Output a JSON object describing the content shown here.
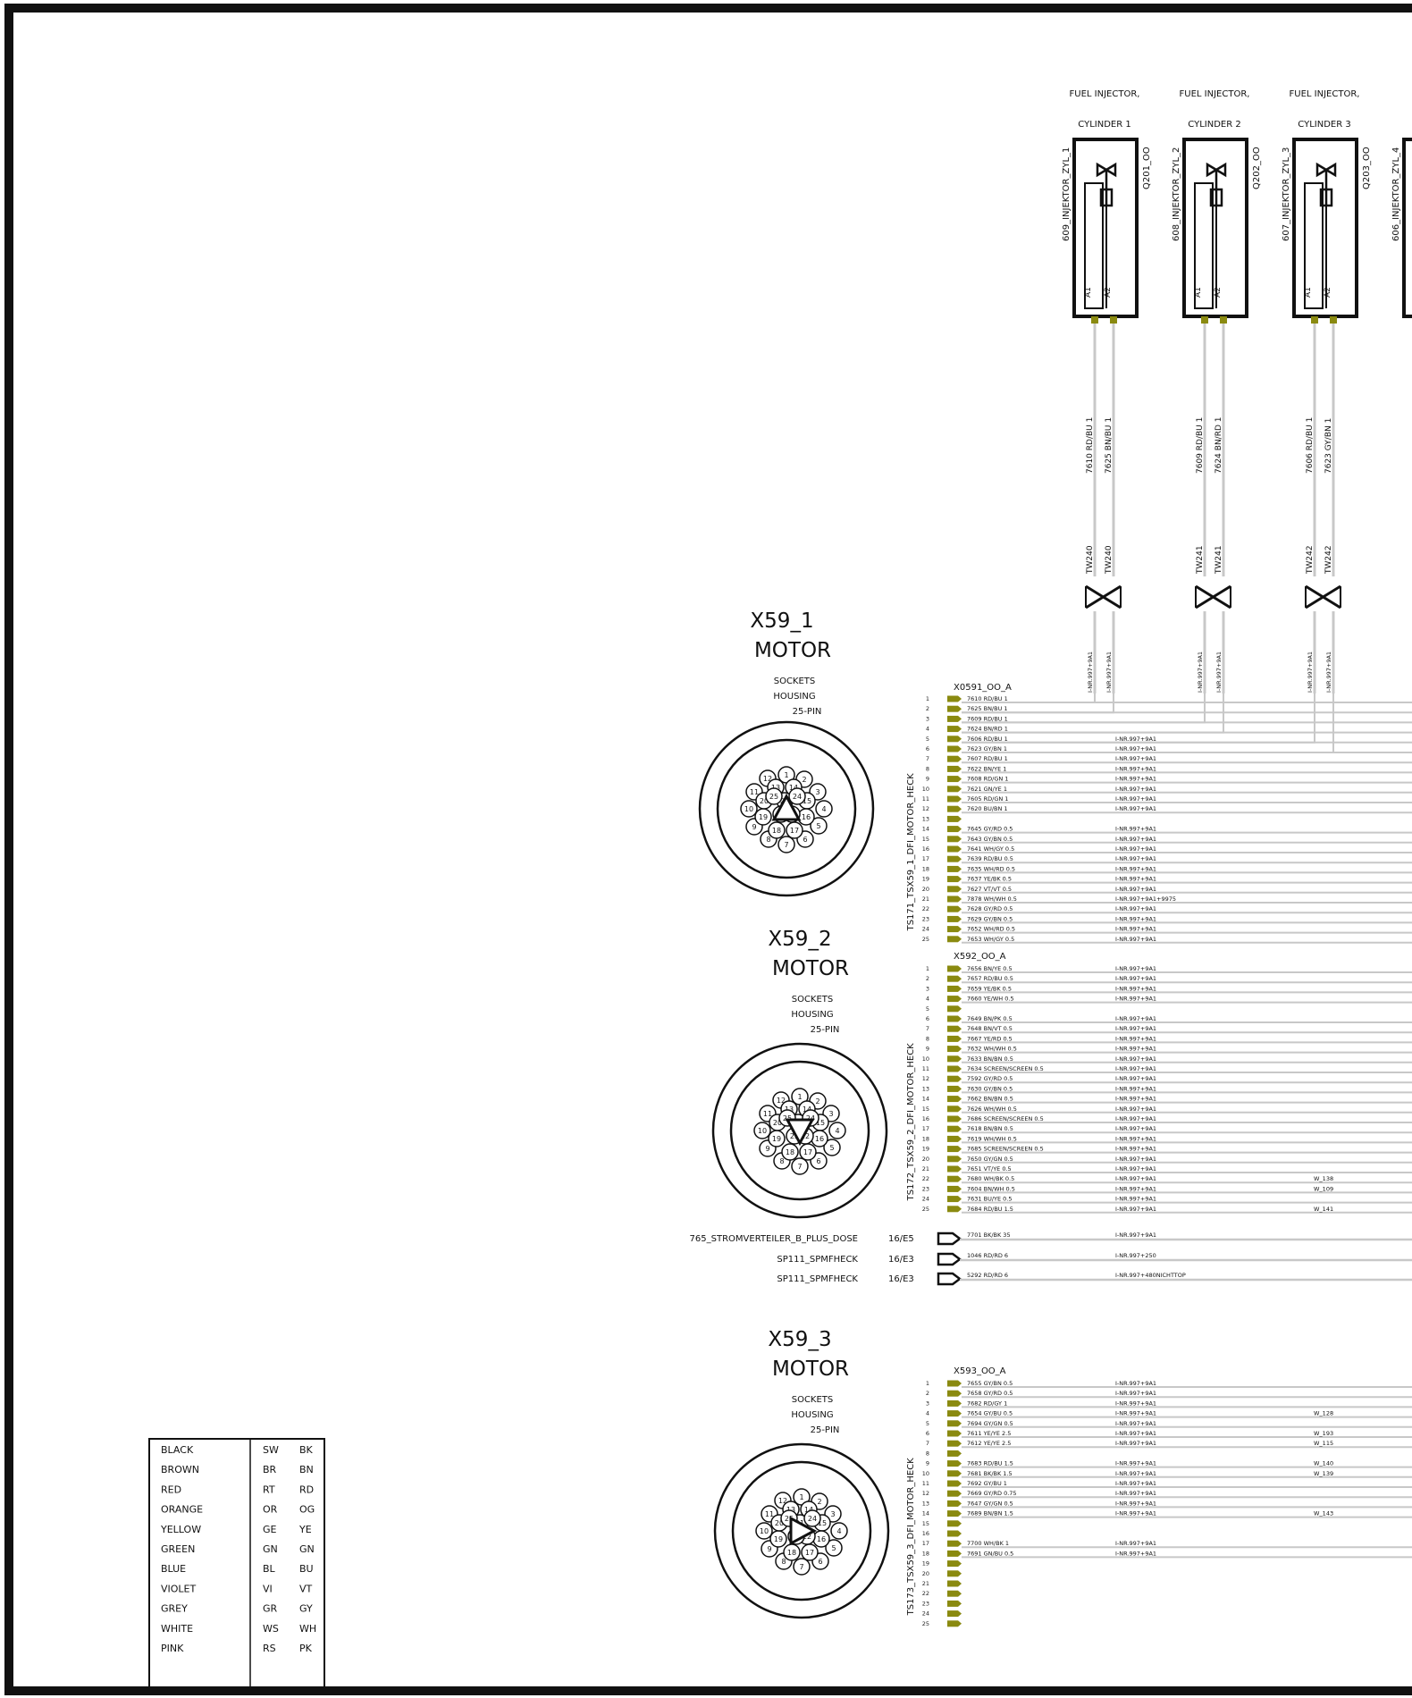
{
  "injectors": [
    {
      "title_line1": "FUEL INJECTOR,",
      "title_line2": "CYLINDER 1",
      "left_label": "609_INJEKTOR_ZYL_1",
      "right_label": "Q201_OO",
      "pin_a": "A1",
      "pin_b": "A2",
      "wire_a": "7610 RD/BU 1",
      "wire_b": "7625 BN/BU 1",
      "tw": "TW240",
      "inr": "I-NR.997+9A1"
    },
    {
      "title_line1": "FUEL INJECTOR,",
      "title_line2": "CYLINDER 2",
      "left_label": "608_INJEKTOR_ZYL_2",
      "right_label": "Q202_OO",
      "pin_a": "A1",
      "pin_b": "A2",
      "wire_a": "7609 RD/BU 1",
      "wire_b": "7624 BN/RD 1",
      "tw": "TW241",
      "inr": "I-NR.997+9A1"
    },
    {
      "title_line1": "FUEL INJECTOR,",
      "title_line2": "CYLINDER 3",
      "left_label": "607_INJEKTOR_ZYL_3",
      "right_label": "Q203_OO",
      "pin_a": "A1",
      "pin_b": "A2",
      "wire_a": "7606 RD/BU 1",
      "wire_b": "7623 GY/BN 1",
      "tw": "TW242",
      "inr": "I-NR.997+9A1"
    },
    {
      "title_line1": "FUE",
      "title_line2": "C",
      "left_label": "606_INJEKTOR_ZYL_4",
      "right_label": "",
      "pin_a": "A1",
      "pin_b": "",
      "wire_a": "",
      "wire_b": "",
      "tw": "",
      "inr": ""
    }
  ],
  "connectors": [
    {
      "id": "X59_1",
      "name": "MOTOR",
      "sub1": "SOCKETS",
      "sub2": "HOUSING",
      "sub3": "25-PIN",
      "plug": "X0591_OO_A",
      "side_label": "TS171_TSX59_1_DFI_MOTOR_HECK",
      "arrow": "up",
      "pins": [
        {
          "n": "1",
          "wire": "7610 RD/BU 1",
          "inr": "",
          "w": ""
        },
        {
          "n": "2",
          "wire": "7625 BN/BU 1",
          "inr": "",
          "w": ""
        },
        {
          "n": "3",
          "wire": "7609 RD/BU 1",
          "inr": "",
          "w": ""
        },
        {
          "n": "4",
          "wire": "7624 BN/RD 1",
          "inr": "",
          "w": ""
        },
        {
          "n": "5",
          "wire": "7606 RD/BU 1",
          "inr": "I-NR.997+9A1",
          "w": ""
        },
        {
          "n": "6",
          "wire": "7623 GY/BN 1",
          "inr": "I-NR.997+9A1",
          "w": ""
        },
        {
          "n": "7",
          "wire": "7607 RD/BU 1",
          "inr": "I-NR.997+9A1",
          "w": ""
        },
        {
          "n": "8",
          "wire": "7622 BN/YE 1",
          "inr": "I-NR.997+9A1",
          "w": ""
        },
        {
          "n": "9",
          "wire": "7608 RD/GN 1",
          "inr": "I-NR.997+9A1",
          "w": ""
        },
        {
          "n": "10",
          "wire": "7621 GN/YE 1",
          "inr": "I-NR.997+9A1",
          "w": ""
        },
        {
          "n": "11",
          "wire": "7605 RD/GN 1",
          "inr": "I-NR.997+9A1",
          "w": ""
        },
        {
          "n": "12",
          "wire": "7620 BU/BN 1",
          "inr": "I-NR.997+9A1",
          "w": ""
        },
        {
          "n": "13",
          "wire": "",
          "inr": "",
          "w": ""
        },
        {
          "n": "14",
          "wire": "7645 GY/RD 0.5",
          "inr": "I-NR.997+9A1",
          "w": ""
        },
        {
          "n": "15",
          "wire": "7643 GY/BN 0.5",
          "inr": "I-NR.997+9A1",
          "w": ""
        },
        {
          "n": "16",
          "wire": "7641 WH/GY 0.5",
          "inr": "I-NR.997+9A1",
          "w": ""
        },
        {
          "n": "17",
          "wire": "7639 RD/BU 0.5",
          "inr": "I-NR.997+9A1",
          "w": ""
        },
        {
          "n": "18",
          "wire": "7635 WH/RD 0.5",
          "inr": "I-NR.997+9A1",
          "w": ""
        },
        {
          "n": "19",
          "wire": "7637 YE/BK 0.5",
          "inr": "I-NR.997+9A1",
          "w": ""
        },
        {
          "n": "20",
          "wire": "7627 VT/VT 0.5",
          "inr": "I-NR.997+9A1",
          "w": ""
        },
        {
          "n": "21",
          "wire": "7878 WH/WH 0.5",
          "inr": "I-NR.997+9A1+9975",
          "w": ""
        },
        {
          "n": "22",
          "wire": "7628 GY/RD 0.5",
          "inr": "I-NR.997+9A1",
          "w": ""
        },
        {
          "n": "23",
          "wire": "7629 GY/BN 0.5",
          "inr": "I-NR.997+9A1",
          "w": ""
        },
        {
          "n": "24",
          "wire": "7652 WH/RD 0.5",
          "inr": "I-NR.997+9A1",
          "w": ""
        },
        {
          "n": "25",
          "wire": "7653 WH/GY 0.5",
          "inr": "I-NR.997+9A1",
          "w": ""
        }
      ]
    },
    {
      "id": "X59_2",
      "name": "MOTOR",
      "sub1": "SOCKETS",
      "sub2": "HOUSING",
      "sub3": "25-PIN",
      "plug": "X592_OO_A",
      "side_label": "TS172_TSX59_2_DFI_MOTOR_HECK",
      "arrow": "down",
      "pins": [
        {
          "n": "1",
          "wire": "7656 BN/YE 0.5",
          "inr": "I-NR.997+9A1",
          "w": ""
        },
        {
          "n": "2",
          "wire": "7657 RD/BU 0.5",
          "inr": "I-NR.997+9A1",
          "w": ""
        },
        {
          "n": "3",
          "wire": "7659 YE/BK 0.5",
          "inr": "I-NR.997+9A1",
          "w": ""
        },
        {
          "n": "4",
          "wire": "7660 YE/WH 0.5",
          "inr": "I-NR.997+9A1",
          "w": ""
        },
        {
          "n": "5",
          "wire": "",
          "inr": "",
          "w": ""
        },
        {
          "n": "6",
          "wire": "7649 BN/PK 0.5",
          "inr": "I-NR.997+9A1",
          "w": ""
        },
        {
          "n": "7",
          "wire": "7648 BN/VT 0.5",
          "inr": "I-NR.997+9A1",
          "w": ""
        },
        {
          "n": "8",
          "wire": "7667 YE/RD 0.5",
          "inr": "I-NR.997+9A1",
          "w": ""
        },
        {
          "n": "9",
          "wire": "7632 WH/WH 0.5",
          "inr": "I-NR.997+9A1",
          "w": ""
        },
        {
          "n": "10",
          "wire": "7633 BN/BN 0.5",
          "inr": "I-NR.997+9A1",
          "w": ""
        },
        {
          "n": "11",
          "wire": "7634 SCREEN/SCREEN 0.5",
          "inr": "I-NR.997+9A1",
          "w": ""
        },
        {
          "n": "12",
          "wire": "7592 GY/RD 0.5",
          "inr": "I-NR.997+9A1",
          "w": ""
        },
        {
          "n": "13",
          "wire": "7630 GY/BN 0.5",
          "inr": "I-NR.997+9A1",
          "w": ""
        },
        {
          "n": "14",
          "wire": "7662 BN/BN 0.5",
          "inr": "I-NR.997+9A1",
          "w": ""
        },
        {
          "n": "15",
          "wire": "7626 WH/WH 0.5",
          "inr": "I-NR.997+9A1",
          "w": ""
        },
        {
          "n": "16",
          "wire": "7686 SCREEN/SCREEN 0.5",
          "inr": "I-NR.997+9A1",
          "w": ""
        },
        {
          "n": "17",
          "wire": "7618 BN/BN 0.5",
          "inr": "I-NR.997+9A1",
          "w": ""
        },
        {
          "n": "18",
          "wire": "7619 WH/WH 0.5",
          "inr": "I-NR.997+9A1",
          "w": ""
        },
        {
          "n": "19",
          "wire": "7685 SCREEN/SCREEN 0.5",
          "inr": "I-NR.997+9A1",
          "w": ""
        },
        {
          "n": "20",
          "wire": "7650 GY/GN 0.5",
          "inr": "I-NR.997+9A1",
          "w": ""
        },
        {
          "n": "21",
          "wire": "7651 VT/YE 0.5",
          "inr": "I-NR.997+9A1",
          "w": ""
        },
        {
          "n": "22",
          "wire": "7680 WH/BK 0.5",
          "inr": "I-NR.997+9A1",
          "w": "W_138"
        },
        {
          "n": "23",
          "wire": "7604 BN/WH 0.5",
          "inr": "I-NR.997+9A1",
          "w": "W_109"
        },
        {
          "n": "24",
          "wire": "7631 BU/YE 0.5",
          "inr": "I-NR.997+9A1",
          "w": ""
        },
        {
          "n": "25",
          "wire": "7684 RD/BU 1.5",
          "inr": "I-NR.997+9A1",
          "w": "W_141"
        }
      ]
    },
    {
      "id": "X59_3",
      "name": "MOTOR",
      "sub1": "SOCKETS",
      "sub2": "HOUSING",
      "sub3": "25-PIN",
      "plug": "X593_OO_A",
      "side_label": "TS173_TSX59_3_DFI_MOTOR_HECK",
      "arrow": "right",
      "pins": [
        {
          "n": "1",
          "wire": "7655 GY/BN 0.5",
          "inr": "I-NR.997+9A1",
          "w": ""
        },
        {
          "n": "2",
          "wire": "7658 GY/RD 0.5",
          "inr": "I-NR.997+9A1",
          "w": ""
        },
        {
          "n": "3",
          "wire": "7682 RD/GY 1",
          "inr": "I-NR.997+9A1",
          "w": ""
        },
        {
          "n": "4",
          "wire": "7654 GY/BU 0.5",
          "inr": "I-NR.997+9A1",
          "w": "W_128"
        },
        {
          "n": "5",
          "wire": "7694 GY/GN 0.5",
          "inr": "I-NR.997+9A1",
          "w": ""
        },
        {
          "n": "6",
          "wire": "7611 YE/YE 2.5",
          "inr": "I-NR.997+9A1",
          "w": "W_193"
        },
        {
          "n": "7",
          "wire": "7612 YE/YE 2.5",
          "inr": "I-NR.997+9A1",
          "w": "W_115"
        },
        {
          "n": "8",
          "wire": "",
          "inr": "",
          "w": ""
        },
        {
          "n": "9",
          "wire": "7683 RD/BU 1.5",
          "inr": "I-NR.997+9A1",
          "w": "W_140"
        },
        {
          "n": "10",
          "wire": "7681 BK/BK 1.5",
          "inr": "I-NR.997+9A1",
          "w": "W_139"
        },
        {
          "n": "11",
          "wire": "7692 GY/BU 1",
          "inr": "I-NR.997+9A1",
          "w": ""
        },
        {
          "n": "12",
          "wire": "7669 GY/RD 0.75",
          "inr": "I-NR.997+9A1",
          "w": ""
        },
        {
          "n": "13",
          "wire": "7647 GY/GN 0.5",
          "inr": "I-NR.997+9A1",
          "w": ""
        },
        {
          "n": "14",
          "wire": "7689 BN/BN 1.5",
          "inr": "I-NR.997+9A1",
          "w": "W_143"
        },
        {
          "n": "15",
          "wire": "",
          "inr": "",
          "w": ""
        },
        {
          "n": "16",
          "wire": "",
          "inr": "",
          "w": ""
        },
        {
          "n": "17",
          "wire": "7700 WH/BK 1",
          "inr": "I-NR.997+9A1",
          "w": ""
        },
        {
          "n": "18",
          "wire": "7691 GN/BU 0.5",
          "inr": "I-NR.997+9A1",
          "w": ""
        },
        {
          "n": "19",
          "wire": "",
          "inr": "",
          "w": ""
        },
        {
          "n": "20",
          "wire": "",
          "inr": "",
          "w": ""
        },
        {
          "n": "21",
          "wire": "",
          "inr": "",
          "w": ""
        },
        {
          "n": "22",
          "wire": "",
          "inr": "",
          "w": ""
        },
        {
          "n": "23",
          "wire": "",
          "inr": "",
          "w": ""
        },
        {
          "n": "24",
          "wire": "",
          "inr": "",
          "w": ""
        },
        {
          "n": "25",
          "wire": "",
          "inr": "",
          "w": ""
        }
      ]
    }
  ],
  "power_refs": [
    {
      "label": "765_STROMVERTEILER_B_PLUS_DOSE",
      "ref": "16/E5",
      "wire": "7701 BK/BK 35",
      "inr": "I-NR.997+9A1"
    },
    {
      "label": "SP111_SPMFHECK",
      "ref": "16/E3",
      "wire": "1046 RD/RD 6",
      "inr": "I-NR.997+250"
    },
    {
      "label": "SP111_SPMFHECK",
      "ref": "16/E3",
      "wire": "5292 RD/RD 6",
      "inr": "I-NR.997+480NICHTTOP"
    }
  ],
  "legend": [
    {
      "color": "BLACK",
      "de": "SW",
      "en": "BK"
    },
    {
      "color": "BROWN",
      "de": "BR",
      "en": "BN"
    },
    {
      "color": "RED",
      "de": "RT",
      "en": "RD"
    },
    {
      "color": "ORANGE",
      "de": "OR",
      "en": "OG"
    },
    {
      "color": "YELLOW",
      "de": "GE",
      "en": "YE"
    },
    {
      "color": "GREEN",
      "de": "GN",
      "en": "GN"
    },
    {
      "color": "BLUE",
      "de": "BL",
      "en": "BU"
    },
    {
      "color": "VIOLET",
      "de": "VI",
      "en": "VT"
    },
    {
      "color": "GREY",
      "de": "GR",
      "en": "GY"
    },
    {
      "color": "WHITE",
      "de": "WS",
      "en": "WH"
    },
    {
      "color": "PINK",
      "de": "RS",
      "en": "PK"
    }
  ],
  "colors": {
    "wire": "#c8c8c8",
    "pin_olive": "#8a8a10",
    "frame": "#111111"
  }
}
